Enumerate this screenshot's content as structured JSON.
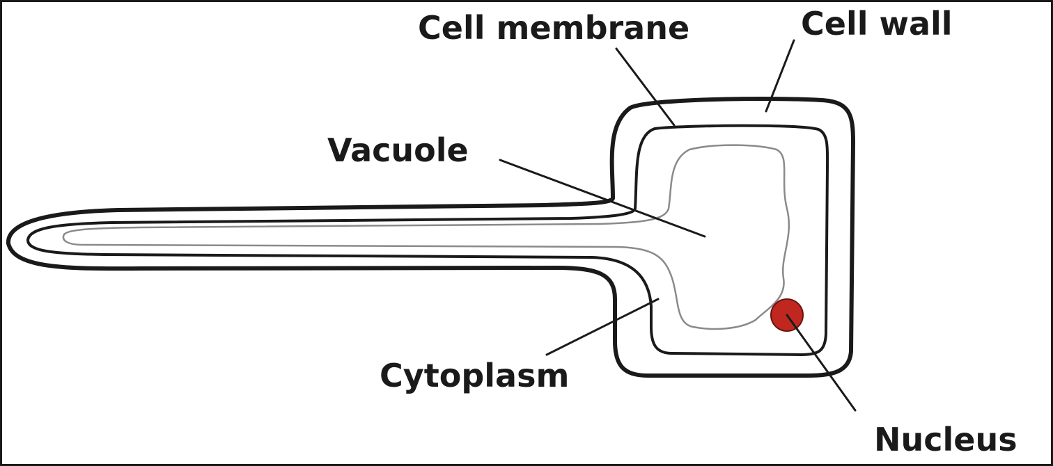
{
  "labels": {
    "cell_membrane": "Cell membrane",
    "cell_wall": "Cell wall",
    "vacuole": "Vacuole",
    "cytoplasm": "Cytoplasm",
    "nucleus": "Nucleus"
  },
  "colors": {
    "border": "#1a1a1a",
    "nucleus_fill": "#c0281f",
    "vacuole_outline": "#8a8a8a",
    "background": "#ffffff"
  }
}
